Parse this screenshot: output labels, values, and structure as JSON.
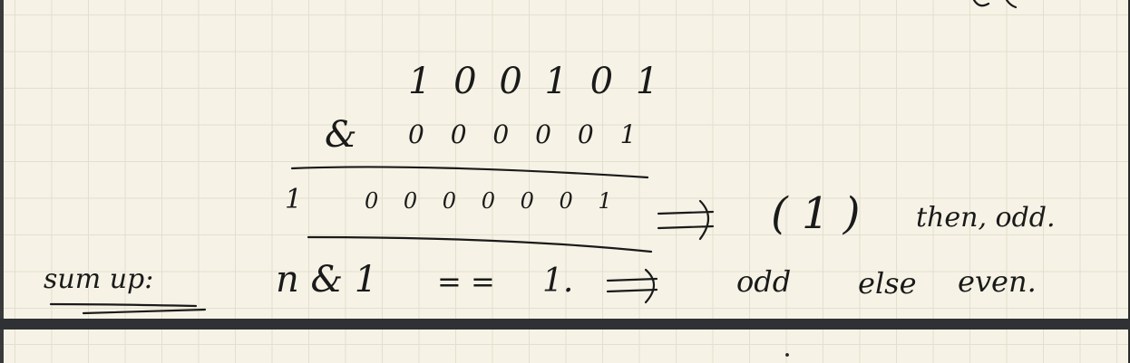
{
  "note": {
    "line_operand_a": "1 0 0 1 0 1",
    "line_operand_b_op": "&",
    "line_operand_b": "0 0 0 0 0 1",
    "line_result_left": "1",
    "line_result": "0 0 0 0 0 0 1",
    "arrow_1": "⟹",
    "result_paren": "( 1 )",
    "result_text": "then, odd.",
    "sum_up_label": "sum up:",
    "formula_lhs": "n & 1",
    "formula_eq": "= =",
    "formula_rhs": "1.",
    "arrow_2": "⟹",
    "formula_conclusion_1": "odd",
    "formula_conclusion_2": "else",
    "formula_conclusion_3": "even."
  },
  "colors": {
    "paper": "#f6f3e6",
    "grid": "#e3dfcf",
    "ink": "#1a1a1a",
    "separator": "#2f3134"
  }
}
